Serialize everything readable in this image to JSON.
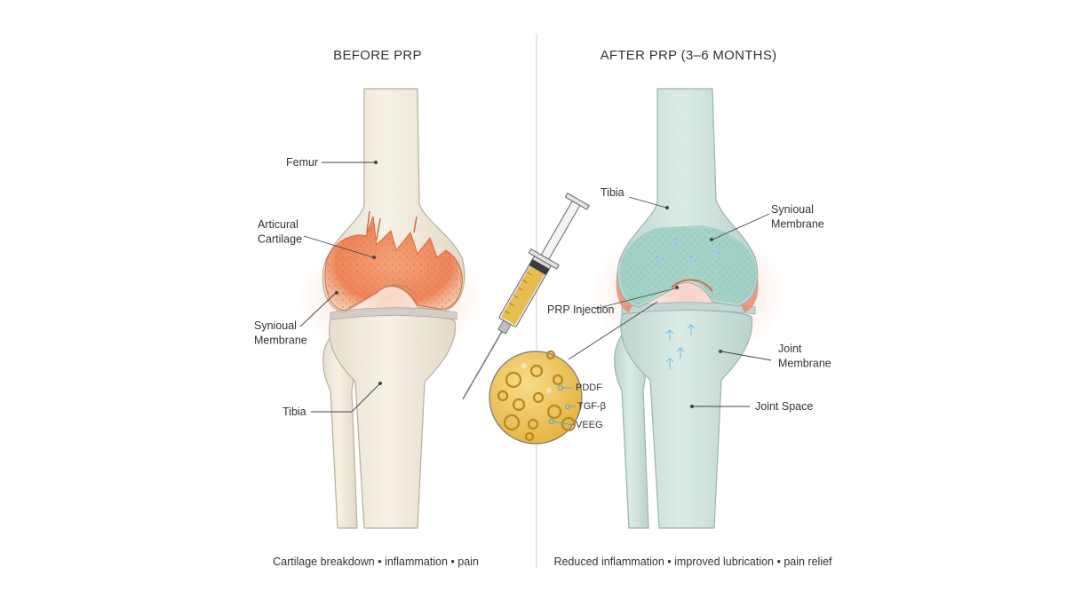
{
  "before": {
    "title": "BEFORE PRP",
    "labels": {
      "femur": "Femur",
      "cartilage": "Articural\nCartilage",
      "synovial": "Synioual\nMembrane",
      "tibia": "Tibia"
    },
    "caption": "Cartilage breakdown • inflammation • pain"
  },
  "injection": {
    "label": "PRP Injection",
    "growth_factors": [
      "PDDF",
      "TGF-β",
      "VEEG"
    ]
  },
  "after": {
    "title": "AFTER PRP (3–6 MONTHS)",
    "labels": {
      "tibia": "Tibia",
      "synovial": "Synioual\nMembrane",
      "joint_membrane": "Joint\nMembrane",
      "joint_space": "Joint Space"
    },
    "caption": "Reduced inflammation • improved lubrication • pain relief"
  },
  "colors": {
    "bone_before": "#f1ebdd",
    "bone_after": "#d4e6e0",
    "inflamed": "#f08a55",
    "healed_cartilage": "#8fc9bd",
    "prp_yellow": "#e8b740",
    "divider": "#cccccc"
  }
}
